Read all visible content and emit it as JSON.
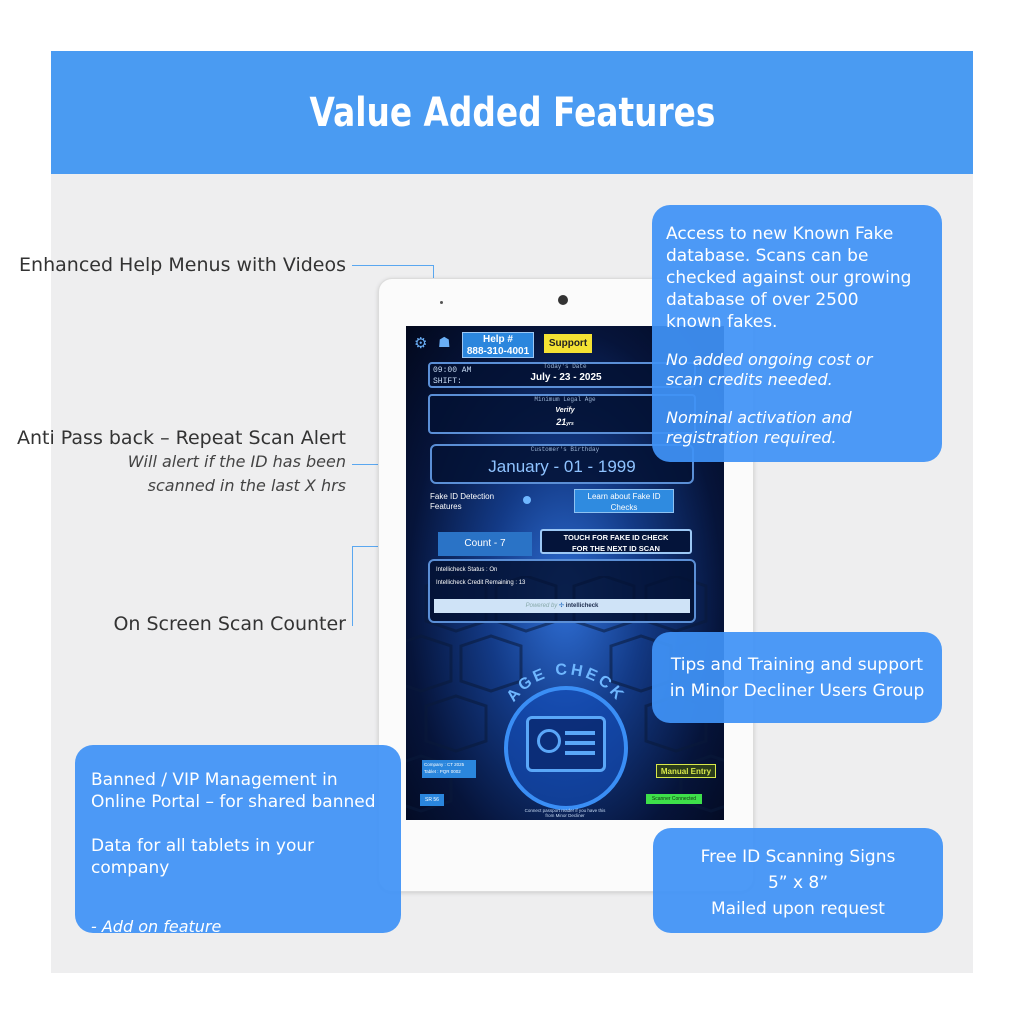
{
  "header": {
    "title": "Value Added Features"
  },
  "labels": {
    "help_menus": "Enhanced Help Menus with Videos",
    "anti_pass_title": "Anti Pass back – Repeat Scan Alert",
    "anti_pass_line1": "Will alert if the ID has been",
    "anti_pass_line2": "scanned in the last X hrs",
    "scan_counter": "On Screen Scan Counter"
  },
  "callouts": {
    "known_fake": {
      "line1": "Access to  new Known Fake",
      "line2": "database. Scans can be",
      "line3": "checked against our growing",
      "line4": "database of  over 2500",
      "line5": "known fakes.",
      "note1a": "No added ongoing cost or",
      "note1b": "scan credits needed.",
      "note2a": "Nominal activation and",
      "note2b": "registration required."
    },
    "tips": {
      "line1": "Tips and Training and support",
      "line2": "in Minor Decliner Users Group"
    },
    "banned": {
      "line1": "Banned / VIP  Management  in",
      "line2": "Online Portal – for shared banned",
      "line3": "Data for all tablets in your company",
      "note": "- Add on feature"
    },
    "signs": {
      "line1": "Free ID Scanning Signs",
      "line2": "5” x 8”",
      "line3": "Mailed upon request"
    }
  },
  "screen": {
    "help_label": "Help #",
    "help_number": "888-310-4001",
    "support_label": "Support",
    "time": "09:00 AM",
    "shift": "SHIFT:",
    "todays_date_label": "Today's Date",
    "todays_date": "July - 23 - 2025",
    "min_age_label": "Minimum Legal Age",
    "verify": "Verify",
    "min_age_value": "21",
    "min_age_unit": "yrs",
    "birthday_label": "Customer's Birthday",
    "birthday": "January - 01 - 1999",
    "fake_detect_1": "Fake ID Detection",
    "fake_detect_2": "Features",
    "learn_1": "Learn about Fake ID",
    "learn_2": "Checks",
    "count": "Count - 7",
    "touch_1": "TOUCH FOR FAKE ID CHECK",
    "touch_2": "FOR THE NEXT ID SCAN",
    "status": "Intellicheck Status : On",
    "credits": "Intellicheck Credit Remaining : 13",
    "powered": "Powered by",
    "brand": "intellicheck",
    "age_check": "AGE CHECK",
    "company_1": "Company : CT 2025",
    "company_2": "Tablet : PQR 0002",
    "manual_entry": "Manual Entry",
    "version": "SR 56",
    "connect_1": "Connect passport reader if you have this",
    "connect_2": "from Minor Decliner",
    "scanner": "Scanner Connected"
  },
  "colors": {
    "accent": "#4a9bf2",
    "callout": "#4092f6",
    "background": "#eeeeef",
    "support": "#f4e233",
    "manual": "#d8e84a",
    "scanner": "#3ee04a"
  }
}
